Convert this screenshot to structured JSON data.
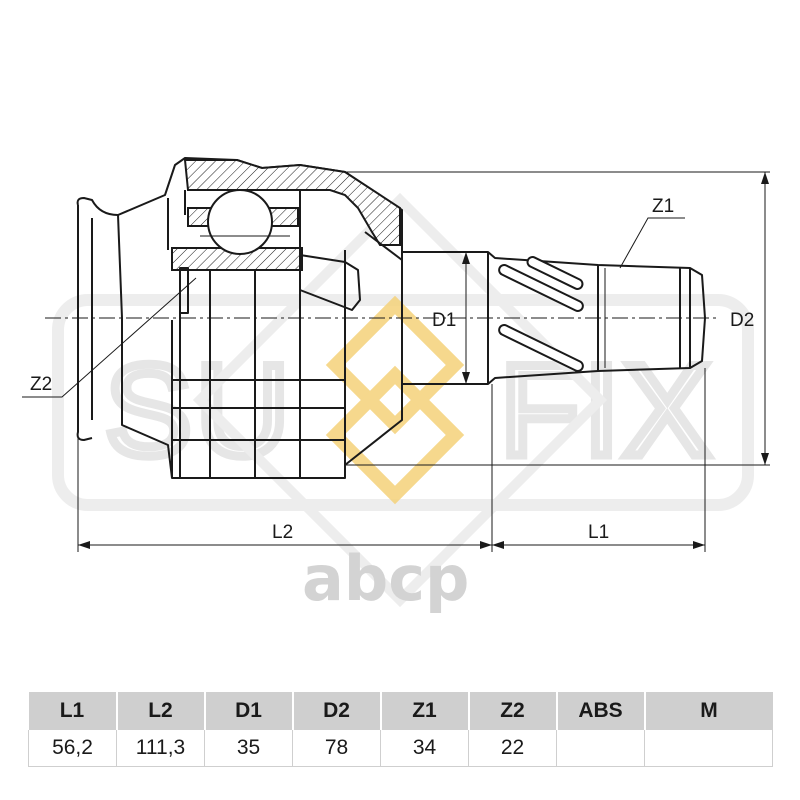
{
  "watermark": {
    "text_left": "SU",
    "text_right": "FIX",
    "brand": "abcp",
    "accent_color": "#f5d27a"
  },
  "drawing": {
    "labels": {
      "z1": "Z1",
      "z2": "Z2",
      "d1": "D1",
      "d2": "D2",
      "l1": "L1",
      "l2": "L2"
    }
  },
  "table": {
    "headers": [
      "L1",
      "L2",
      "D1",
      "D2",
      "Z1",
      "Z2",
      "ABS",
      "M"
    ],
    "values": [
      "56,2",
      "111,3",
      "35",
      "78",
      "34",
      "22",
      "",
      ""
    ]
  }
}
